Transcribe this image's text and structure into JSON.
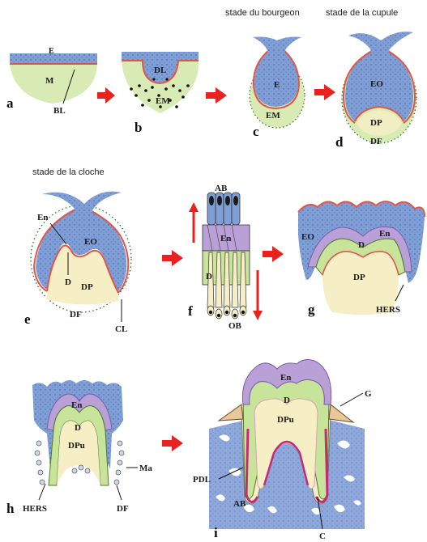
{
  "captions": {
    "bud": "stade du bourgeon",
    "cap": "stade de la cupule",
    "bell": "stade de la cloche"
  },
  "panels": {
    "a": {
      "letter": "a",
      "labels": {
        "E": "E",
        "M": "M",
        "BL": "BL"
      }
    },
    "b": {
      "letter": "b",
      "labels": {
        "DL": "DL",
        "EM": "EM"
      }
    },
    "c": {
      "letter": "c",
      "labels": {
        "E": "E",
        "EM": "EM"
      }
    },
    "d": {
      "letter": "d",
      "labels": {
        "EO": "EO",
        "DP": "DP",
        "DF": "DF"
      }
    },
    "e": {
      "letter": "e",
      "labels": {
        "En": "En",
        "EO": "EO",
        "D": "D",
        "DP": "DP",
        "DF": "DF",
        "CL": "CL"
      }
    },
    "f": {
      "letter": "f",
      "labels": {
        "AB": "AB",
        "En": "En",
        "D": "D",
        "OB": "OB"
      }
    },
    "g": {
      "letter": "g",
      "labels": {
        "EO": "EO",
        "En": "En",
        "D": "D",
        "DP": "DP",
        "HERS": "HERS"
      }
    },
    "h": {
      "letter": "h",
      "labels": {
        "En": "En",
        "D": "D",
        "DPu": "DPu",
        "Ma": "Ma",
        "HERS": "HERS",
        "DF": "DF"
      }
    },
    "i": {
      "letter": "i",
      "labels": {
        "En": "En",
        "D": "D",
        "DPu": "DPu",
        "G": "G",
        "PDL": "PDL",
        "AB": "AB",
        "C": "C"
      }
    }
  },
  "colors": {
    "epithelium": "#7f9fd6",
    "mesenchyme": "#d9ebb5",
    "pulp": "#f6efc5",
    "enamel": "#b9a0d6",
    "dentin": "#c8e39a",
    "basement_membrane": "#e0564a",
    "arrow": "#e8231f",
    "bone": "#8fa8dc"
  }
}
